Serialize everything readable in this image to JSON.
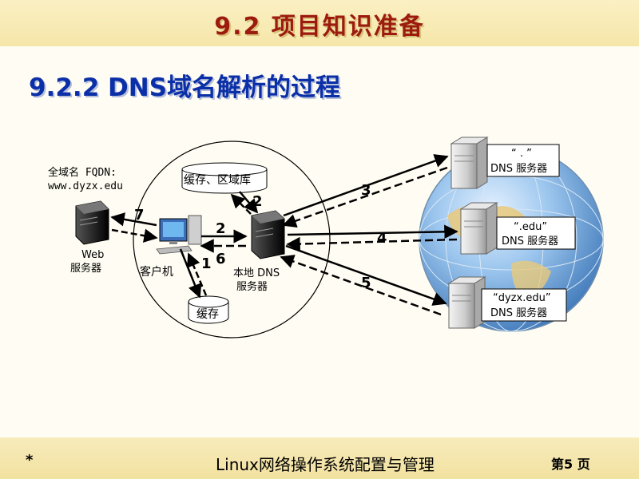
{
  "header": {
    "title": "9.2   项目知识准备"
  },
  "section": {
    "title": "9.2.2  DNS域名解析的过程"
  },
  "diagram": {
    "fqdn_line1": "全域名 FQDN:",
    "fqdn_line2": "www.dyzx.edu",
    "web_line1": "Web",
    "web_line2": "服务器",
    "client_label": "客户机",
    "cache_label": "缓存",
    "cache_zone_label": "缓存、区域库",
    "local_dns_line1": "本地 DNS",
    "local_dns_line2": "服务器",
    "root_line1": "“ . ”",
    "root_line2": "DNS 服务器",
    "edu_line1": "“.edu”",
    "edu_line2": "DNS 服务器",
    "dyzx_line1": "“dyzx.edu”",
    "dyzx_line2": "DNS 服务器",
    "steps": {
      "s1": "1",
      "s2a": "2",
      "s2b": "2",
      "s3": "3",
      "s4": "4",
      "s5": "5",
      "s6": "6",
      "s7": "7"
    }
  },
  "footer": {
    "left": "*",
    "center": "Linux网络操作系统配置与管理",
    "right": "第5 页"
  }
}
